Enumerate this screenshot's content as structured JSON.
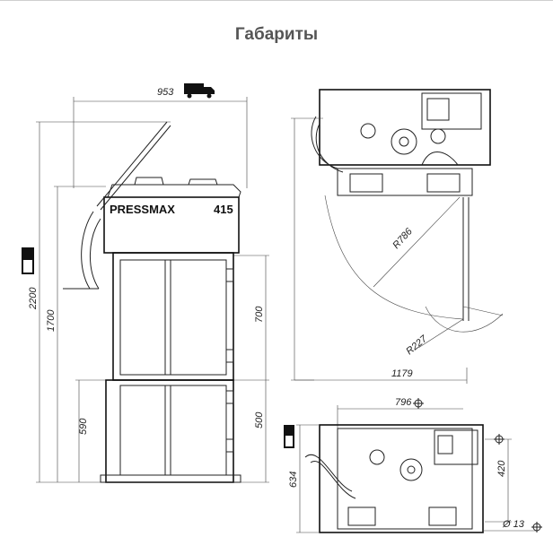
{
  "page": {
    "title": "Габариты"
  },
  "front_view": {
    "brand": "PRESSMAX",
    "model": "415",
    "dims": {
      "overall_width": "953",
      "overall_height": "2200",
      "height_1700": "1700",
      "upper_chamber": "700",
      "lower_chamber": "500",
      "lower_590": "590"
    },
    "icons": [
      "truck-icon",
      "truck-side-icon"
    ]
  },
  "side_view": {
    "dims": {
      "radius_large": "R786",
      "radius_small": "R227",
      "overall_length": "1179"
    }
  },
  "top_view": {
    "dims": {
      "width_796": "796",
      "depth_634": "634",
      "hole_spacing_420": "420",
      "hole_diameter": "Ø 13"
    },
    "icons": [
      "truck-side-icon",
      "mount-hole-icon"
    ]
  }
}
